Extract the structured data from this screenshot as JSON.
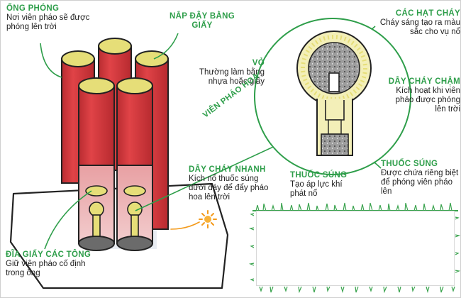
{
  "labels": {
    "tube": {
      "title": "ỐNG PHÓNG",
      "text": "Nơi viên pháo sẽ được phóng lên trời"
    },
    "lid": {
      "title": "NẮP ĐẬY BẰNG GIẤY"
    },
    "shell": {
      "title": "VỎ",
      "text": "Thường làm bằng nhựa hoặc giấy"
    },
    "stars": {
      "title": "CÁC HẠT CHÁY",
      "text": "Cháy sáng tạo ra màu sắc cho vụ nổ"
    },
    "slow_fuse": {
      "title": "DÂY CHÁY CHẬM",
      "text": "Kích hoạt khi viên pháo được phóng lên trời"
    },
    "fast_fuse": {
      "title": "DÂY CHÁY NHANH",
      "text": "Kích nổ thuốc súng dưới đáy để đẩy pháo hoa lên trời"
    },
    "powder_inner": {
      "title": "THUỐC SÚNG",
      "text": "Tạo áp lực khí phát nổ"
    },
    "powder_outer": {
      "title": "THUỐC SÚNG",
      "text": "Được chứa riêng biệt để phóng viên pháo lên"
    },
    "disc": {
      "title": "ĐĨA GIẤY CÁC TÔNG",
      "text": "Giữ viên pháo cố định trong ống"
    },
    "firework": "VIÊN PHÁO HOA"
  },
  "colors": {
    "accent": "#2e9e4a",
    "tube_red": "#d93b3f",
    "tube_dark": "#8e1e22",
    "cap_yellow": "#e8e07a",
    "shell_cream": "#f3efb8",
    "powder_grey": "#9a9a9a",
    "spark_orange": "#f39a1b"
  }
}
